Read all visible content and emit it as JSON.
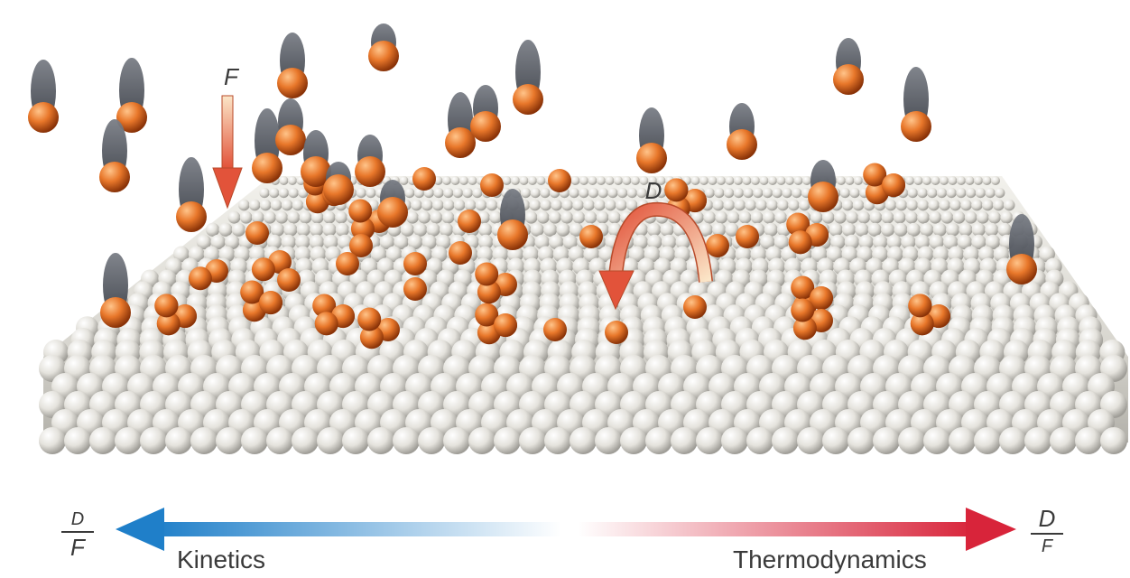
{
  "labels": {
    "flux": "F",
    "diffusion": "D"
  },
  "ratio_left": {
    "numerator": "D",
    "denominator": "F"
  },
  "ratio_right": {
    "numerator": "D",
    "denominator": "F"
  },
  "axis": {
    "left_label": "Kinetics",
    "right_label": "Thermodynamics"
  },
  "colors": {
    "adatom": "#e8772a",
    "substrate": "#e8e6df",
    "kinetics_arrow": "#1f7fc9",
    "thermo_arrow": "#d8243a",
    "trail": "#5c6068"
  }
}
